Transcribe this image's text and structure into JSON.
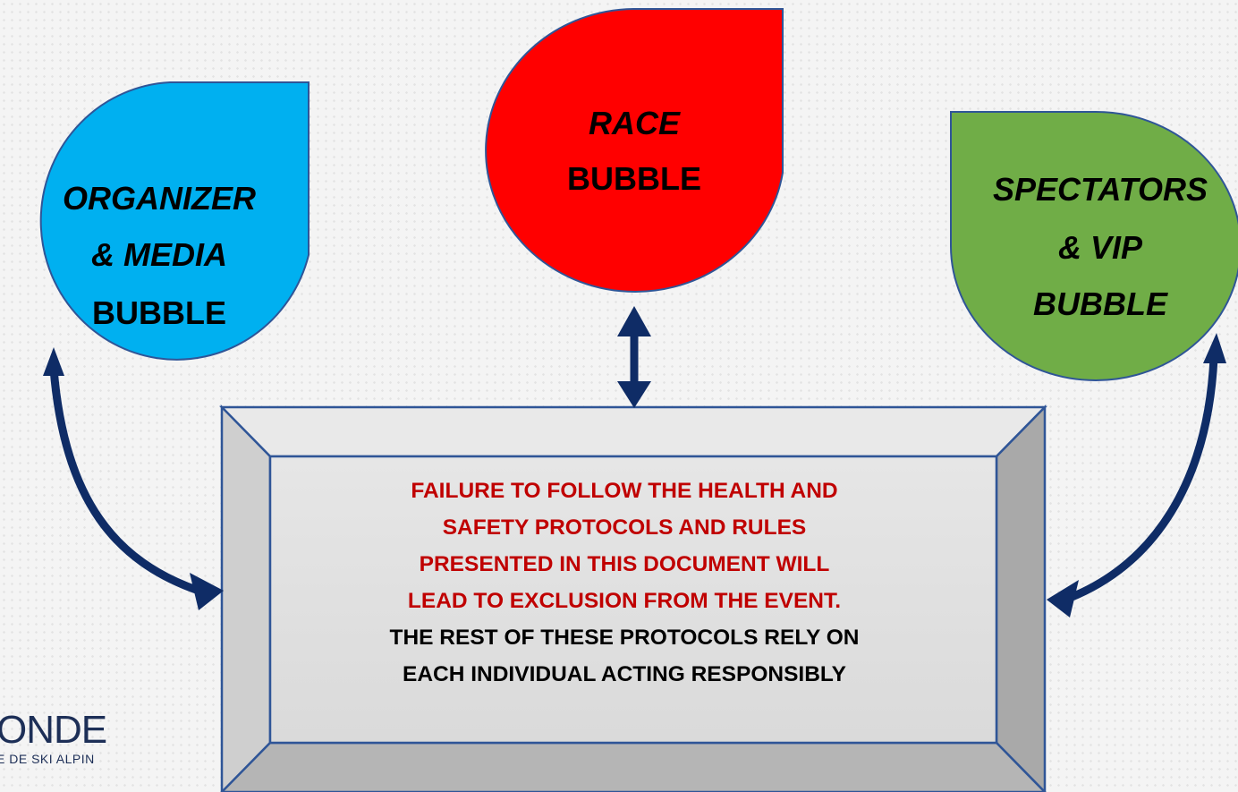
{
  "bubbles": {
    "organizer": {
      "line1": "ORGANIZER",
      "line2": "& MEDIA",
      "line3": "BUBBLE",
      "fill": "#00b0f0"
    },
    "race": {
      "line1": "RACE",
      "line2": "BUBBLE",
      "fill": "#ff0000"
    },
    "spectators": {
      "line1": "SPECTATORS",
      "line2": "& VIP",
      "line3": "BUBBLE",
      "fill": "#70ad47"
    }
  },
  "center_box": {
    "warning_lines": [
      "FAILURE TO FOLLOW THE HEALTH AND",
      "SAFETY PROTOCOLS AND RULES",
      "PRESENTED IN THIS DOCUMENT WILL",
      "LEAD TO EXCLUSION FROM THE EVENT."
    ],
    "note_lines": [
      "THE REST OF THESE PROTOCOLS RELY ON",
      "EACH INDIVIDUAL ACTING RESPONSIBLY"
    ],
    "warning_color": "#c00000",
    "border_color": "#2f5597"
  },
  "arrow_color": "#0f2c66",
  "logo": {
    "line_big": "ONDE",
    "line_small": "E DE SKI ALPIN"
  }
}
